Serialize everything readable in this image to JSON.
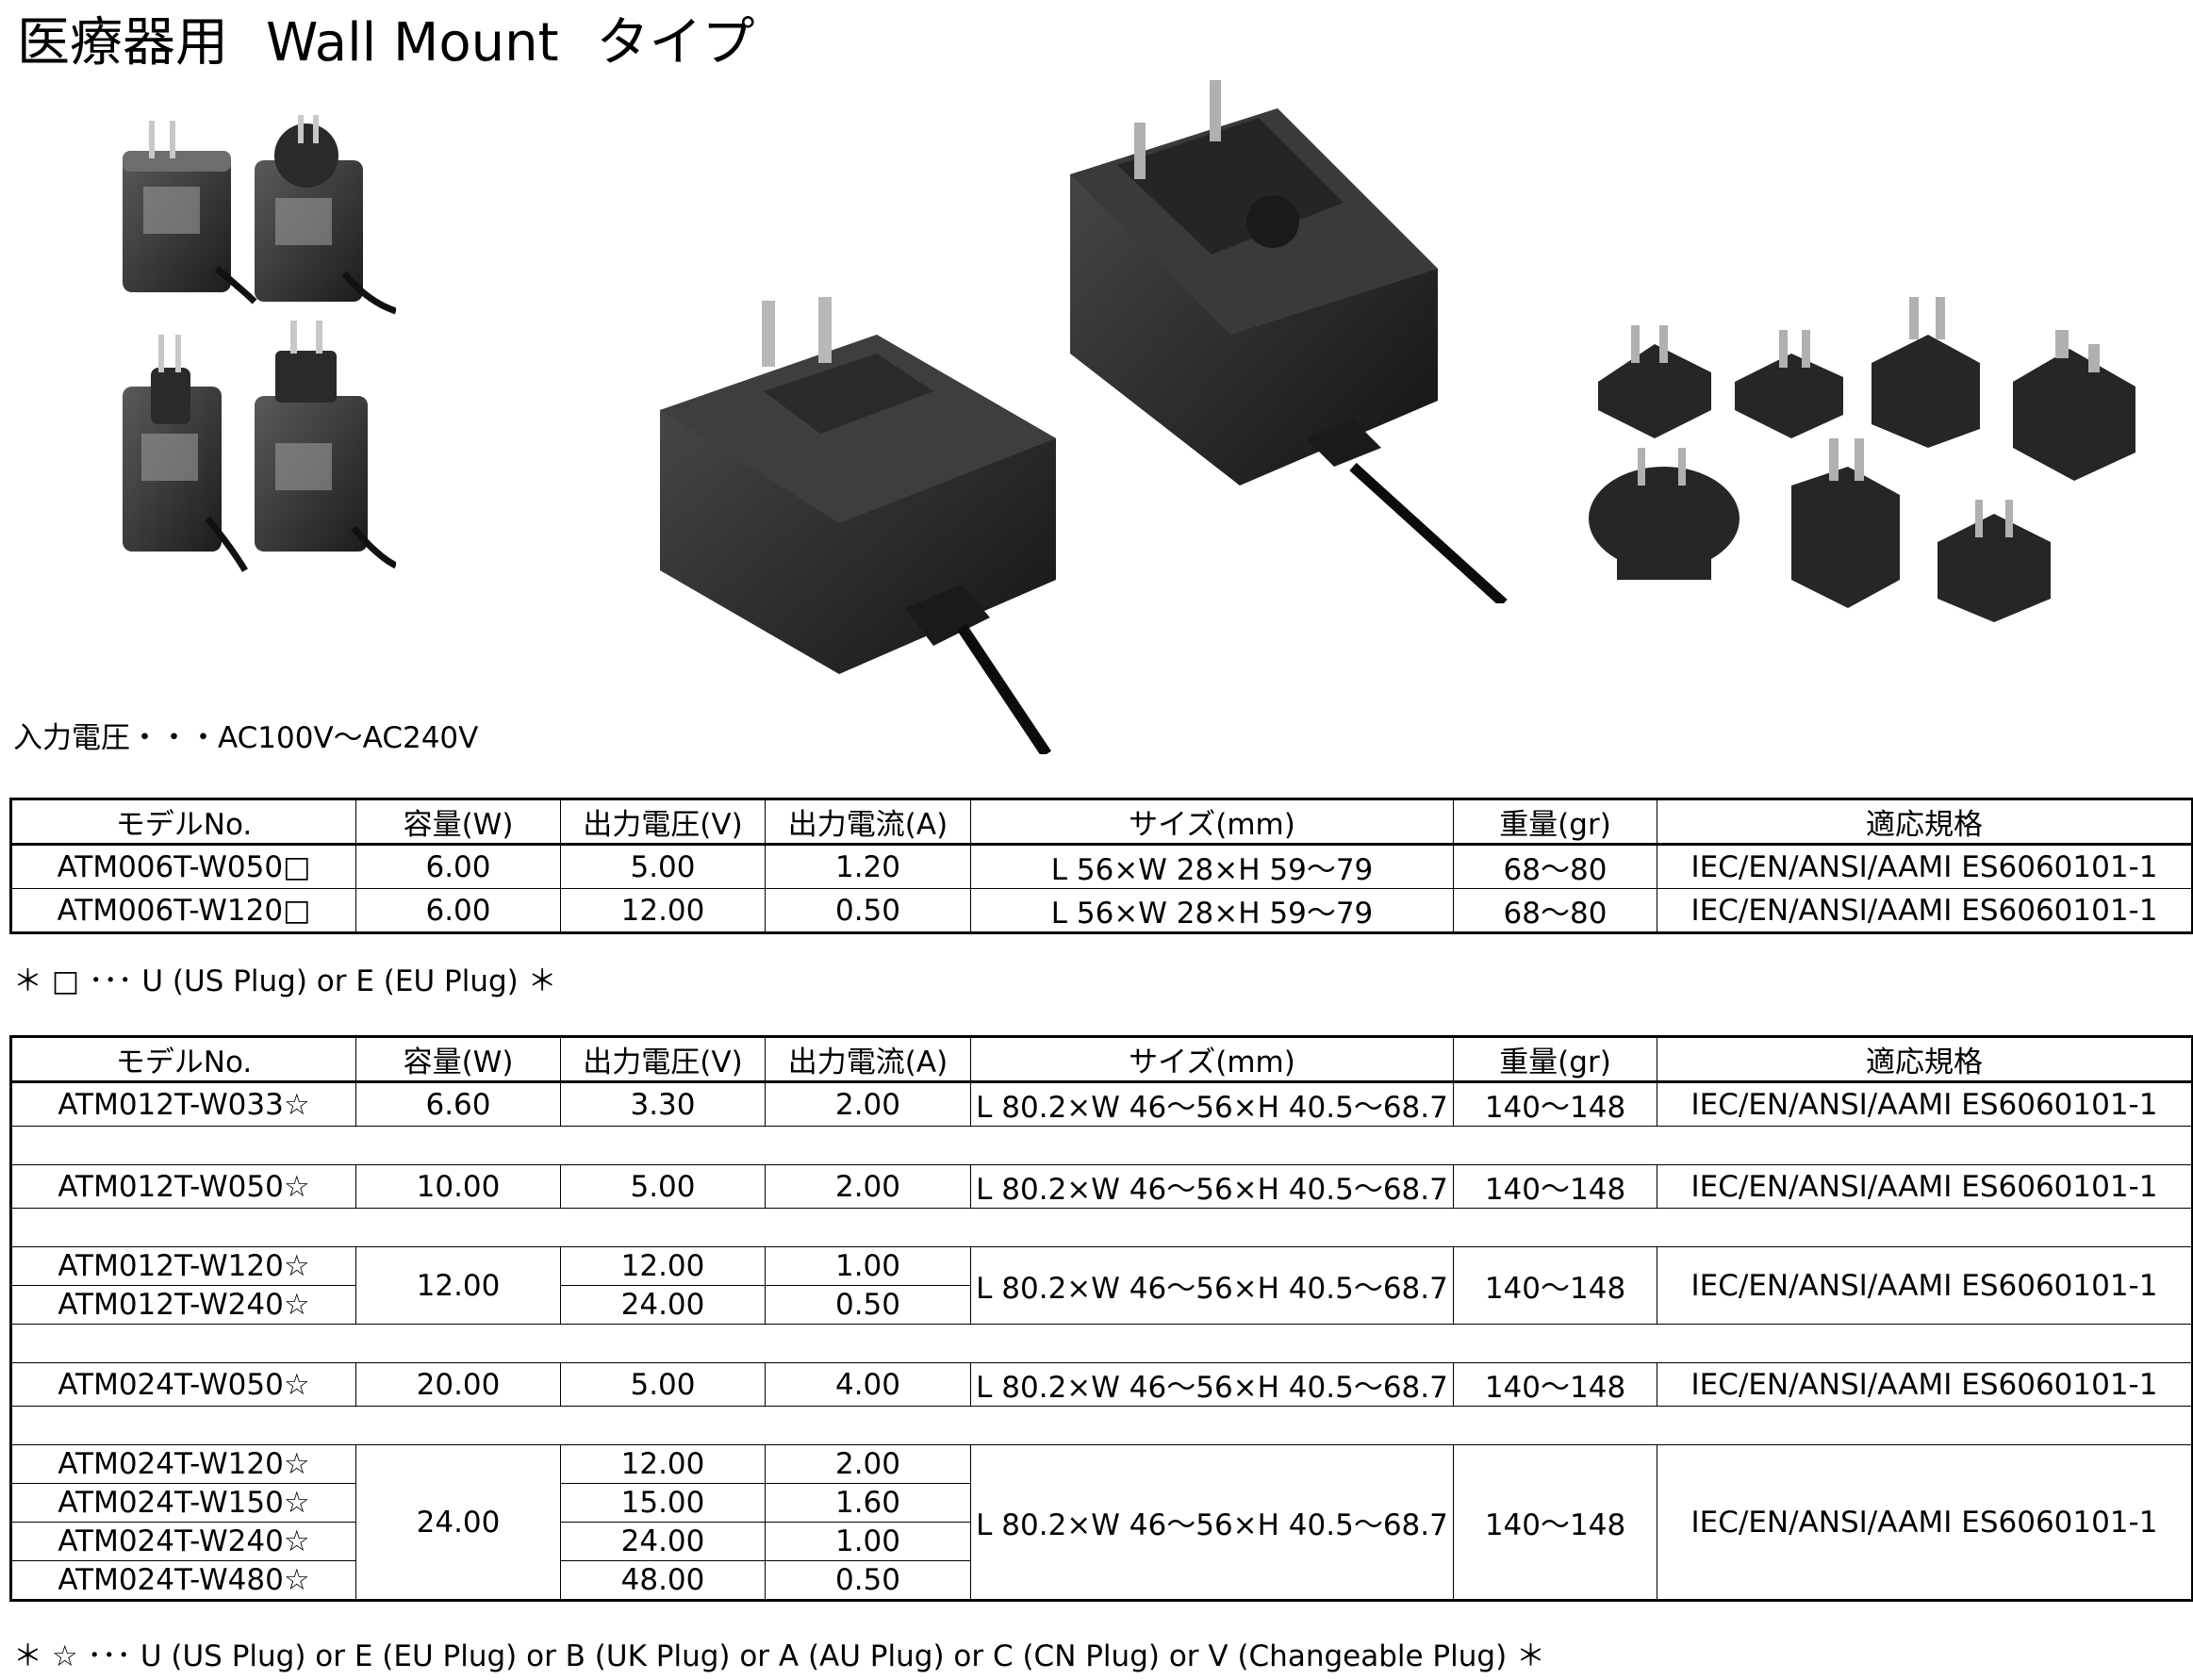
{
  "page": {
    "title_jp": "医療器用",
    "title_en": "Wall Mount",
    "title_type": "タイプ",
    "input_voltage": "入力電圧・・・AC100V～AC240V"
  },
  "images": [
    {
      "name": "small-adapters-photo"
    },
    {
      "name": "medium-adapter-us-plug-photo"
    },
    {
      "name": "large-adapter-changeable-plug-photo"
    },
    {
      "name": "interchangeable-plug-heads-photo"
    }
  ],
  "columns": [
    "モデルNo.",
    "容量(W)",
    "出力電圧(V)",
    "出力電流(A)",
    "サイズ(mm)",
    "重量(gr)",
    "適応規格"
  ],
  "table1": {
    "rows": [
      {
        "model": "ATM006T-W050□",
        "watt": "6.00",
        "volt": "5.00",
        "amp": "1.20",
        "size": "L 56×W 28×H 59～79",
        "weight": "68～80",
        "std": "IEC/EN/ANSI/AAMI ES6060101-1"
      },
      {
        "model": "ATM006T-W120□",
        "watt": "6.00",
        "volt": "12.00",
        "amp": "0.50",
        "size": "L 56×W 28×H 59～79",
        "weight": "68～80",
        "std": "IEC/EN/ANSI/AAMI ES6060101-1"
      }
    ]
  },
  "note1": "＊ □ ･･･ U (US Plug) or E (EU Plug) ＊",
  "table2": {
    "groups": [
      {
        "watt": "6.60",
        "size": "L 80.2×W 46～56×H 40.5～68.7",
        "weight": "140～148",
        "std": "IEC/EN/ANSI/AAMI ES6060101-1",
        "rows": [
          {
            "model": "ATM012T-W033☆",
            "volt": "3.30",
            "amp": "2.00"
          }
        ]
      },
      {
        "watt": "10.00",
        "size": "L 80.2×W 46～56×H 40.5～68.7",
        "weight": "140～148",
        "std": "IEC/EN/ANSI/AAMI ES6060101-1",
        "rows": [
          {
            "model": "ATM012T-W050☆",
            "volt": "5.00",
            "amp": "2.00"
          }
        ]
      },
      {
        "watt": "12.00",
        "size": "L 80.2×W 46～56×H 40.5～68.7",
        "weight": "140～148",
        "std": "IEC/EN/ANSI/AAMI ES6060101-1",
        "rows": [
          {
            "model": "ATM012T-W120☆",
            "volt": "12.00",
            "amp": "1.00"
          },
          {
            "model": "ATM012T-W240☆",
            "volt": "24.00",
            "amp": "0.50"
          }
        ]
      },
      {
        "watt": "20.00",
        "size": "L 80.2×W 46～56×H 40.5～68.7",
        "weight": "140～148",
        "std": "IEC/EN/ANSI/AAMI ES6060101-1",
        "rows": [
          {
            "model": "ATM024T-W050☆",
            "volt": "5.00",
            "amp": "4.00"
          }
        ]
      },
      {
        "watt": "24.00",
        "size": "L 80.2×W 46～56×H 40.5～68.7",
        "weight": "140～148",
        "std": "IEC/EN/ANSI/AAMI ES6060101-1",
        "rows": [
          {
            "model": "ATM024T-W120☆",
            "volt": "12.00",
            "amp": "2.00"
          },
          {
            "model": "ATM024T-W150☆",
            "volt": "15.00",
            "amp": "1.60"
          },
          {
            "model": "ATM024T-W240☆",
            "volt": "24.00",
            "amp": "1.00"
          },
          {
            "model": "ATM024T-W480☆",
            "volt": "48.00",
            "amp": "0.50"
          }
        ]
      }
    ]
  },
  "note2": "＊ ☆ ･･･ U (US Plug) or E (EU Plug) or B (UK Plug) or A (AU Plug) or C (CN Plug) or V (Changeable Plug) ＊"
}
